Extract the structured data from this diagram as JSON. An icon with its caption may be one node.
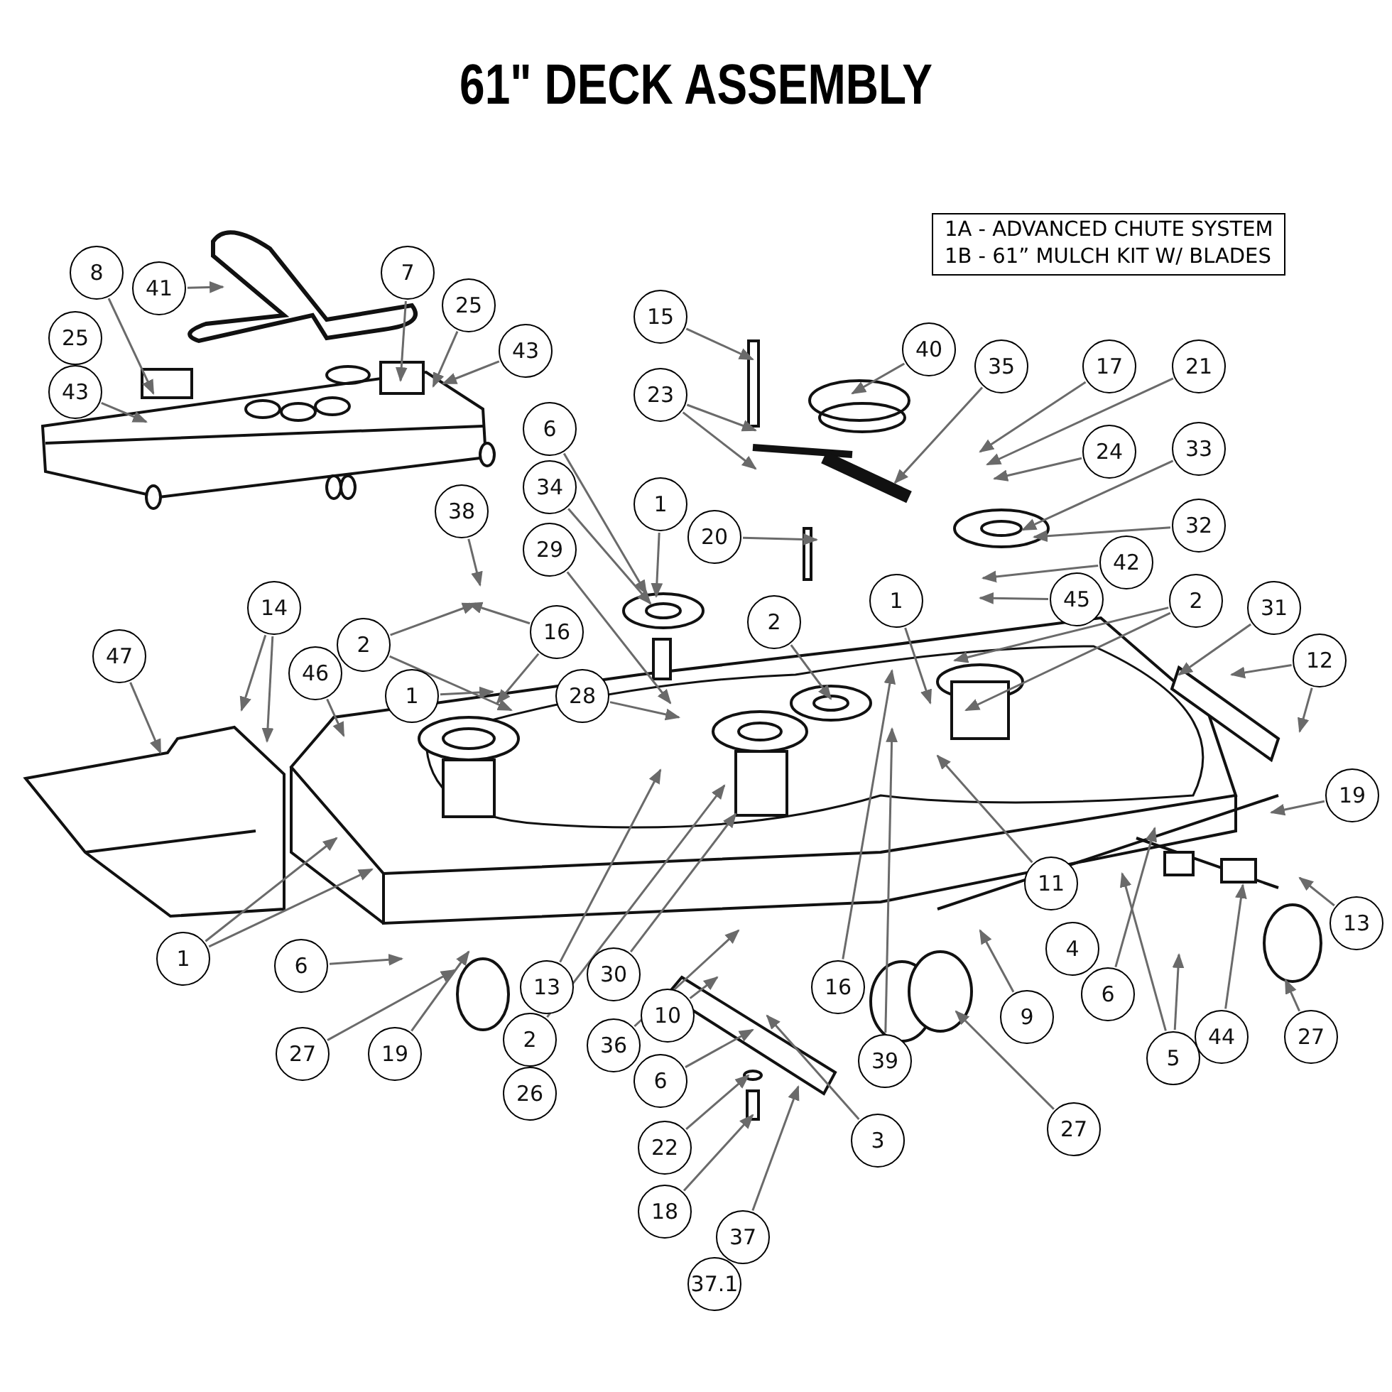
{
  "diagram": {
    "title": "61\" DECK ASSEMBLY",
    "nodes": [
      {
        "text": [
          "1A - ADVANCED CHUTE SYSTEM",
          "1B - 61” MULCH KIT W/ BLADES"
        ]
      },
      {
        "text": [
          "8"
        ]
      },
      {
        "text": [
          "41"
        ]
      },
      {
        "text": [
          "7"
        ]
      },
      {
        "text": [
          "15"
        ]
      },
      {
        "text": [
          "25"
        ]
      },
      {
        "text": [
          "25"
        ]
      },
      {
        "text": [
          "43"
        ]
      },
      {
        "text": [
          "40"
        ]
      },
      {
        "text": [
          "17"
        ]
      },
      {
        "text": [
          "21"
        ]
      },
      {
        "text": [
          "43"
        ]
      },
      {
        "text": [
          "23"
        ]
      },
      {
        "text": [
          "35"
        ]
      },
      {
        "text": [
          "6"
        ]
      },
      {
        "text": [
          "24"
        ]
      },
      {
        "text": [
          "33"
        ]
      },
      {
        "text": [
          "34"
        ]
      },
      {
        "text": [
          "1"
        ]
      },
      {
        "text": [
          "20"
        ]
      },
      {
        "text": [
          "38"
        ]
      },
      {
        "text": [
          "32"
        ]
      },
      {
        "text": [
          "29"
        ]
      },
      {
        "text": [
          "42"
        ]
      },
      {
        "text": [
          "2"
        ]
      },
      {
        "text": [
          "1"
        ]
      },
      {
        "text": [
          "45"
        ]
      },
      {
        "text": [
          "2"
        ]
      },
      {
        "text": [
          "16"
        ]
      },
      {
        "text": [
          "31"
        ]
      },
      {
        "text": [
          "14"
        ]
      },
      {
        "text": [
          "2"
        ]
      },
      {
        "text": [
          "1"
        ]
      },
      {
        "text": [
          "28"
        ]
      },
      {
        "text": [
          "47"
        ]
      },
      {
        "text": [
          "12"
        ]
      },
      {
        "text": [
          "46"
        ]
      },
      {
        "text": [
          "19"
        ]
      },
      {
        "text": [
          "11"
        ]
      },
      {
        "text": [
          "4"
        ]
      },
      {
        "text": [
          "1"
        ]
      },
      {
        "text": [
          "6"
        ]
      },
      {
        "text": [
          "13"
        ]
      },
      {
        "text": [
          "30"
        ]
      },
      {
        "text": [
          "13"
        ]
      },
      {
        "text": [
          "27"
        ]
      },
      {
        "text": [
          "19"
        ]
      },
      {
        "text": [
          "2"
        ]
      },
      {
        "text": [
          "10"
        ]
      },
      {
        "text": [
          "16"
        ]
      },
      {
        "text": [
          "6"
        ]
      },
      {
        "text": [
          "9"
        ]
      },
      {
        "text": [
          "44"
        ]
      },
      {
        "text": [
          "36"
        ]
      },
      {
        "text": [
          "39"
        ]
      },
      {
        "text": [
          "6"
        ]
      },
      {
        "text": [
          "5"
        ]
      },
      {
        "text": [
          "27"
        ]
      },
      {
        "text": [
          "26"
        ]
      },
      {
        "text": [
          "3"
        ]
      },
      {
        "text": [
          "27"
        ]
      },
      {
        "text": [
          "22"
        ]
      },
      {
        "text": [
          "18"
        ]
      },
      {
        "text": [
          "37"
        ]
      },
      {
        "text": [
          "37.1"
        ]
      }
    ],
    "edges": [
      {
        "from": 1,
        "to": null,
        "arrow": "to"
      },
      {
        "from": 2,
        "to": null,
        "arrow": "to"
      },
      {
        "from": 3,
        "to": null,
        "arrow": "to"
      },
      {
        "from": 4,
        "to": null,
        "arrow": "to"
      },
      {
        "from": 6,
        "to": null,
        "arrow": "to"
      },
      {
        "from": 7,
        "to": null,
        "arrow": "to"
      },
      {
        "from": 8,
        "to": null,
        "arrow": "to"
      },
      {
        "from": 9,
        "to": null,
        "arrow": "to"
      },
      {
        "from": 10,
        "to": null,
        "arrow": "to"
      },
      {
        "from": 11,
        "to": null,
        "arrow": "to"
      },
      {
        "from": 12,
        "to": null,
        "arrow": "to"
      },
      {
        "from": 12,
        "to": null,
        "arrow": "to"
      },
      {
        "from": 13,
        "to": null,
        "arrow": "to"
      },
      {
        "from": 14,
        "to": null,
        "arrow": "to"
      },
      {
        "from": 15,
        "to": null,
        "arrow": "to"
      },
      {
        "from": 16,
        "to": null,
        "arrow": "to"
      },
      {
        "from": 17,
        "to": null,
        "arrow": "to"
      },
      {
        "from": 18,
        "to": null,
        "arrow": "to"
      },
      {
        "from": 19,
        "to": null,
        "arrow": "to"
      },
      {
        "from": 20,
        "to": null,
        "arrow": "to"
      },
      {
        "from": 21,
        "to": null,
        "arrow": "to"
      },
      {
        "from": 22,
        "to": null,
        "arrow": "to"
      },
      {
        "from": 23,
        "to": null,
        "arrow": "to"
      },
      {
        "from": 24,
        "to": null,
        "arrow": "to"
      },
      {
        "from": 25,
        "to": null,
        "arrow": "to"
      },
      {
        "from": 26,
        "to": null,
        "arrow": "to"
      },
      {
        "from": 27,
        "to": null,
        "arrow": "to"
      },
      {
        "from": 27,
        "to": null,
        "arrow": "to"
      },
      {
        "from": 28,
        "to": null,
        "arrow": "to"
      },
      {
        "from": 28,
        "to": null,
        "arrow": "to"
      },
      {
        "from": 29,
        "to": null,
        "arrow": "to"
      },
      {
        "from": 30,
        "to": null,
        "arrow": "to"
      },
      {
        "from": 30,
        "to": null,
        "arrow": "to"
      },
      {
        "from": 31,
        "to": null,
        "arrow": "to"
      },
      {
        "from": 31,
        "to": null,
        "arrow": "to"
      },
      {
        "from": 32,
        "to": null,
        "arrow": "to"
      },
      {
        "from": 33,
        "to": null,
        "arrow": "to"
      },
      {
        "from": 34,
        "to": null,
        "arrow": "to"
      },
      {
        "from": 35,
        "to": null,
        "arrow": "to"
      },
      {
        "from": 35,
        "to": null,
        "arrow": "to"
      },
      {
        "from": 36,
        "to": null,
        "arrow": "to"
      },
      {
        "from": 37,
        "to": null,
        "arrow": "to"
      },
      {
        "from": 38,
        "to": null,
        "arrow": "to"
      },
      {
        "from": 40,
        "to": null,
        "arrow": "to"
      },
      {
        "from": 40,
        "to": null,
        "arrow": "to"
      },
      {
        "from": 41,
        "to": null,
        "arrow": "to"
      },
      {
        "from": 42,
        "to": null,
        "arrow": "to"
      },
      {
        "from": 43,
        "to": null,
        "arrow": "to"
      },
      {
        "from": 44,
        "to": null,
        "arrow": "to"
      },
      {
        "from": 45,
        "to": null,
        "arrow": "to"
      },
      {
        "from": 46,
        "to": null,
        "arrow": "to"
      },
      {
        "from": 47,
        "to": null,
        "arrow": "to"
      },
      {
        "from": 48,
        "to": null,
        "arrow": "to"
      },
      {
        "from": 49,
        "to": null,
        "arrow": "to"
      },
      {
        "from": 50,
        "to": null,
        "arrow": "to"
      },
      {
        "from": 51,
        "to": null,
        "arrow": "to"
      },
      {
        "from": 52,
        "to": null,
        "arrow": "to"
      },
      {
        "from": 53,
        "to": null,
        "arrow": "to"
      },
      {
        "from": 54,
        "to": null,
        "arrow": "to"
      },
      {
        "from": 55,
        "to": null,
        "arrow": "to"
      },
      {
        "from": 56,
        "to": null,
        "arrow": "to"
      },
      {
        "from": 56,
        "to": null,
        "arrow": "to"
      },
      {
        "from": 57,
        "to": null,
        "arrow": "to"
      },
      {
        "from": 59,
        "to": null,
        "arrow": "to"
      },
      {
        "from": 60,
        "to": null,
        "arrow": "to"
      },
      {
        "from": 61,
        "to": null,
        "arrow": "to"
      },
      {
        "from": 62,
        "to": null,
        "arrow": "to"
      },
      {
        "from": 63,
        "to": null,
        "arrow": "to"
      }
    ]
  }
}
